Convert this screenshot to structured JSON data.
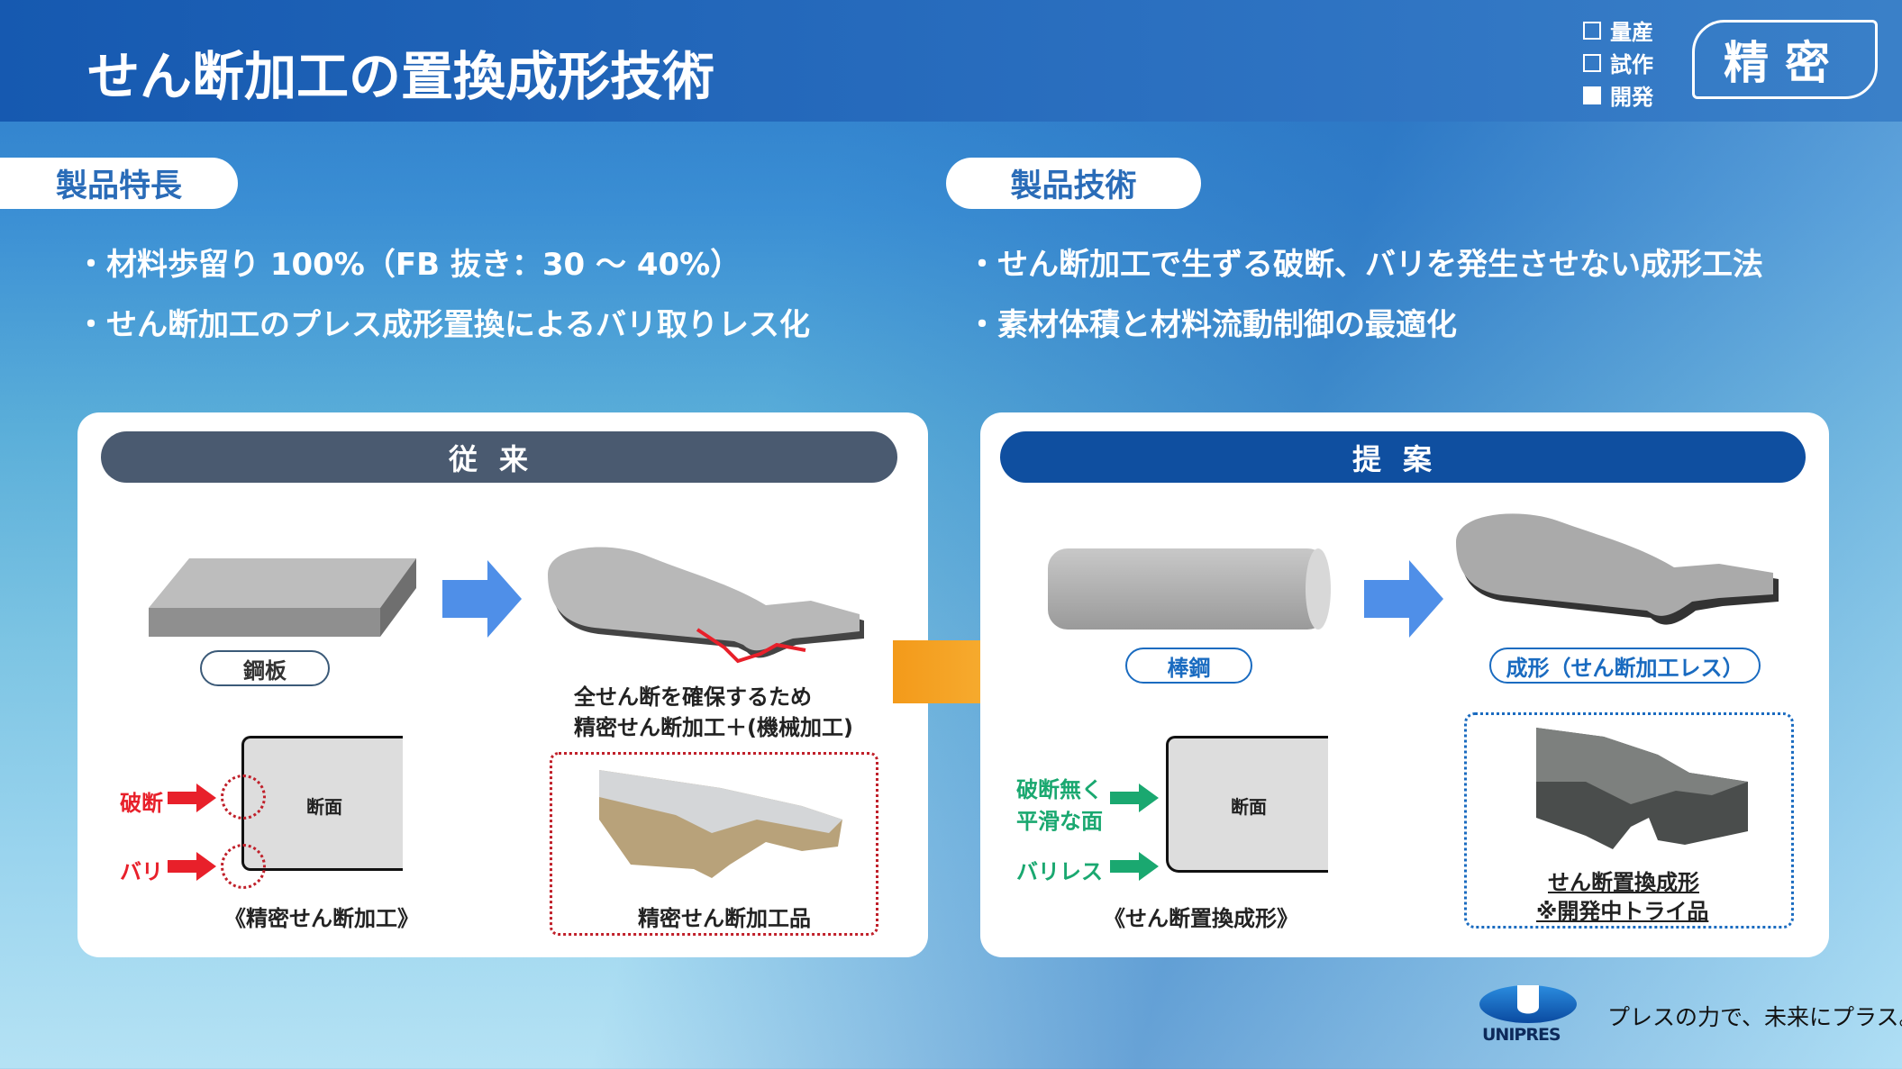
{
  "header": {
    "title": "せん断加工の置換成形技術",
    "stages": [
      {
        "label": "量産",
        "checked": false
      },
      {
        "label": "試作",
        "checked": false
      },
      {
        "label": "開発",
        "checked": true
      }
    ],
    "category": "精密"
  },
  "features": {
    "heading": "製品特長",
    "bullets": [
      "・材料歩留り 100%（FB 抜き：30 ～ 40%）",
      "・せん断加工のプレス成形置換によるバリ取りレス化"
    ]
  },
  "technology": {
    "heading": "製品技術",
    "bullets": [
      "・せん断加工で生ずる破断、バリを発生させない成形工法",
      "・素材体積と材料流動制御の最適化"
    ]
  },
  "conventional": {
    "heading": "従来",
    "material": "鋼板",
    "note_line1": "全せん断を確保するため",
    "note_line2": "精密せん断加工＋(機械加工)",
    "section_label": "断面",
    "defect1": "破断",
    "defect2": "バリ",
    "diagram_caption": "《精密せん断加工》",
    "photo_caption": "精密せん断加工品"
  },
  "proposal": {
    "heading": "提案",
    "material": "棒鋼",
    "product": "成形（せん断加工レス）",
    "section_label": "断面",
    "benefit1_line1": "破断無く",
    "benefit1_line2": "平滑な面",
    "benefit2": "バリレス",
    "diagram_caption": "《せん断置換成形》",
    "photo_caption_line1": "せん断置換成形",
    "photo_caption_line2": "※開発中トライ品"
  },
  "footer": {
    "logo": "UNIPRES",
    "tagline": "プレスの力で、未来にプラス。"
  },
  "colors": {
    "header": "#1659b0",
    "conventional_bar": "#4a5a70",
    "proposal_bar": "#0f4fa0",
    "defect_red": "#e8202a",
    "benefit_green": "#1aa870",
    "orange_arrow": "#f7a21b"
  }
}
